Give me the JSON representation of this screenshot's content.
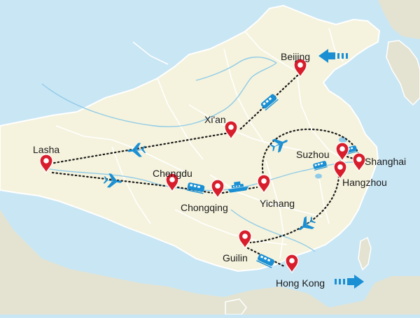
{
  "map": {
    "colors": {
      "sea": "#c9e6f4",
      "china_land": "#f5f3dd",
      "outer_land": "#e4e3d1",
      "border": "#ffffff",
      "river": "#8fcbe8",
      "pin": "#d81e2c",
      "route": "#1a1a1a",
      "transport_icon": "#1a8fd3"
    },
    "cities": {
      "beijing": "Beijing",
      "xian": "Xi'an",
      "lasha": "Lasha",
      "chengdu": "Chengdu",
      "chongqing": "Chongqing",
      "yichang": "Yichang",
      "suzhou": "Suzhou",
      "shanghai": "Shanghai",
      "hangzhou": "Hangzhou",
      "guilin": "Guilin",
      "hong_kong": "Hong Kong"
    },
    "route_legs": [
      {
        "from": "Beijing",
        "to": "Xi'an",
        "mode": "train-icon"
      },
      {
        "from": "Xi'an",
        "to": "Lasha",
        "mode": "plane-icon"
      },
      {
        "from": "Lasha",
        "to": "Chengdu",
        "mode": "plane-icon"
      },
      {
        "from": "Chengdu",
        "to": "Chongqing",
        "mode": "train-icon"
      },
      {
        "from": "Chongqing",
        "to": "Yichang",
        "mode": "cruise-ship-icon"
      },
      {
        "from": "Yichang",
        "to": "Shanghai",
        "mode": "plane-icon"
      },
      {
        "from": "Shanghai",
        "to": "Suzhou",
        "mode": "train-icon"
      },
      {
        "from": "Suzhou",
        "to": "Hangzhou",
        "mode": "train-icon"
      },
      {
        "from": "Hangzhou",
        "to": "Guilin",
        "mode": "plane-icon"
      },
      {
        "from": "Guilin",
        "to": "Hong Kong",
        "mode": "train-icon"
      }
    ],
    "entry_point": "Beijing",
    "exit_point": "Hong Kong"
  }
}
